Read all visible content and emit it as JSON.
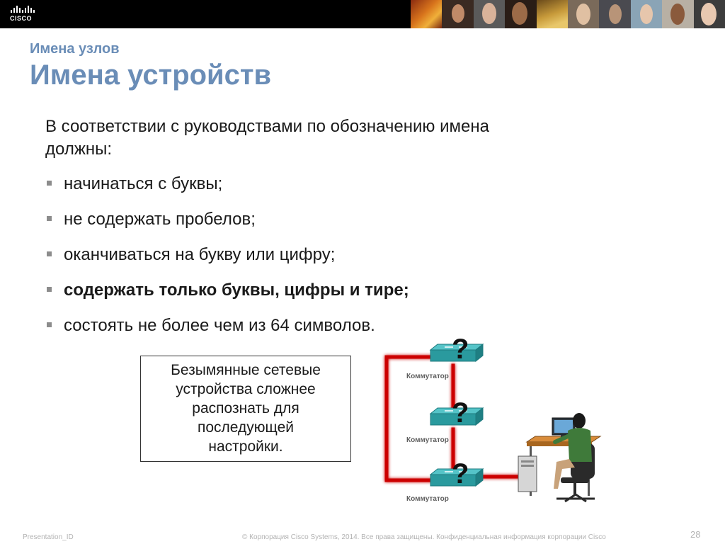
{
  "logo": {
    "text": "CISCO"
  },
  "header": {
    "subtitle": "Имена узлов",
    "title": "Имена устройств"
  },
  "body": {
    "intro_line1": "В соответствии с руководствами по обозначению имена",
    "intro_line2": "должны:",
    "bullets": [
      "начинаться с буквы;",
      "не содержать пробелов;",
      "оканчиваться на букву или цифру;",
      "содержать только буквы, цифры и тире;",
      "состоять не более чем из 64 символов."
    ]
  },
  "callout": {
    "lines": [
      "Безымянные сетевые",
      "устройства сложнее",
      "распознать для",
      "последующей",
      "настройки."
    ]
  },
  "diagram": {
    "switch_label": "Коммутатор",
    "question_mark": "?",
    "link_color": "#cc0000",
    "switch_color": "#2a9a9e"
  },
  "footer": {
    "presentation_id": "Presentation_ID",
    "copyright": "© Корпорация Cisco Systems, 2014. Все права защищены.    Конфиденциальная информация корпорации Cisco",
    "page_number": "28"
  }
}
